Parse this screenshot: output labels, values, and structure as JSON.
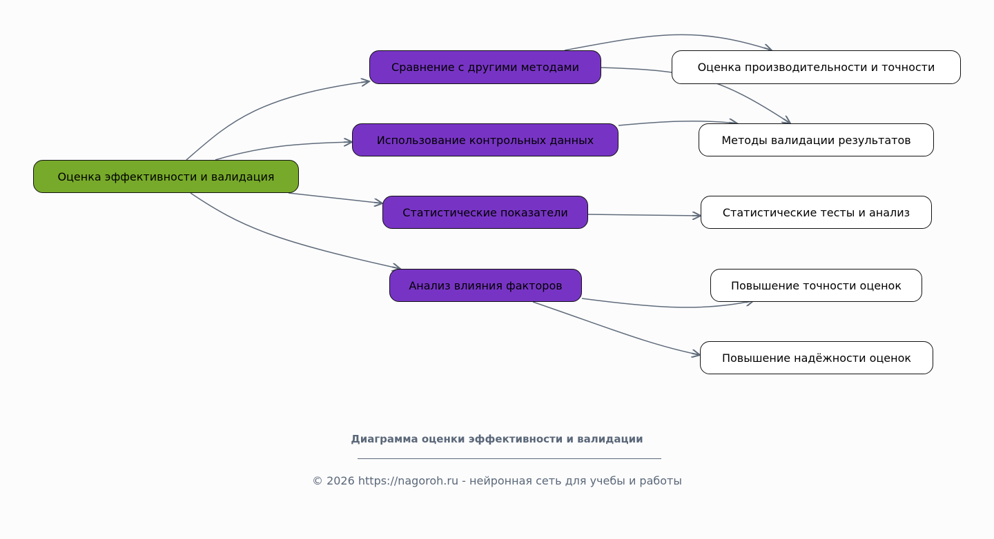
{
  "diagram": {
    "root": {
      "label": "Оценка эффективности и валидация"
    },
    "branches": [
      {
        "label": "Сравнение с другими методами"
      },
      {
        "label": "Использование контрольных данных"
      },
      {
        "label": "Статистические показатели"
      },
      {
        "label": "Анализ влияния факторов"
      }
    ],
    "leaves": [
      {
        "label": "Оценка производительности и точности"
      },
      {
        "label": "Методы валидации результатов"
      },
      {
        "label": "Статистические тесты и анализ"
      },
      {
        "label": "Повышение точности оценок"
      },
      {
        "label": "Повышение надёжности оценок"
      }
    ],
    "colors": {
      "root": "#77aa2a",
      "branch": "#7734c4",
      "leaf": "#ffffff",
      "edge": "#5f6b7a"
    }
  },
  "footer": {
    "title": "Диаграмма оценки эффективности и валидации",
    "copyright": "© 2026 https://nagoroh.ru - нейронная сеть для учебы и работы"
  }
}
